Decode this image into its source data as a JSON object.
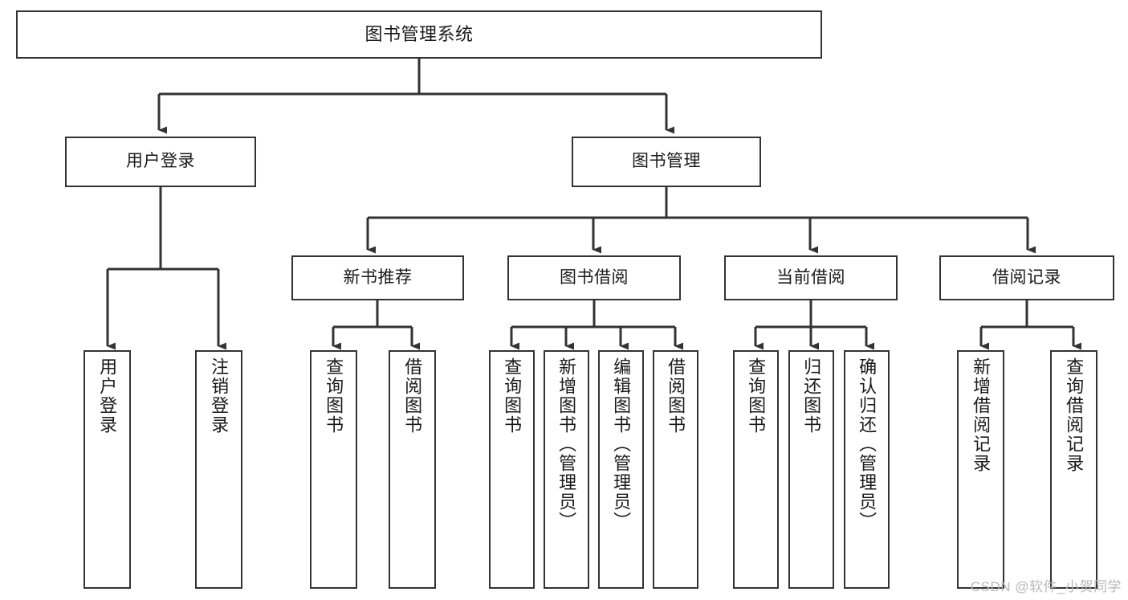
{
  "diagram": {
    "title": "图书管理系统",
    "type": "tree-hierarchy-diagram",
    "watermark": "CSDN @软件_小贺同学",
    "colors": {
      "box_border": "#333333",
      "box_fill": "#ffffff",
      "edge": "#333333",
      "text": "#1a1a1a",
      "watermark": "#b9b9b9",
      "background": "#ffffff"
    }
  },
  "nodes": {
    "root": {
      "label": "图书管理系统",
      "level": 0
    },
    "level1": [
      {
        "id": "user-login",
        "label": "用户登录"
      },
      {
        "id": "book-management",
        "label": "图书管理"
      }
    ],
    "level2": [
      {
        "id": "new-book-recommend",
        "label": "新书推荐",
        "parent": "book-management"
      },
      {
        "id": "book-borrow",
        "label": "图书借阅",
        "parent": "book-management"
      },
      {
        "id": "current-borrow",
        "label": "当前借阅",
        "parent": "book-management"
      },
      {
        "id": "borrow-record",
        "label": "借阅记录",
        "parent": "book-management"
      }
    ],
    "leaves": {
      "user-login": [
        {
          "id": "leaf-user-login",
          "label": "用户登录"
        },
        {
          "id": "leaf-logout-login",
          "label": "注销登录"
        }
      ],
      "new-book-recommend": [
        {
          "id": "leaf-query-book-1",
          "label": "查询图书"
        },
        {
          "id": "leaf-borrow-book-1",
          "label": "借阅图书"
        }
      ],
      "book-borrow": [
        {
          "id": "leaf-query-book-2",
          "label": "查询图书"
        },
        {
          "id": "leaf-add-book",
          "label": "新增图书（管理员）"
        },
        {
          "id": "leaf-edit-book",
          "label": "编辑图书（管理员）"
        },
        {
          "id": "leaf-borrow-book-2",
          "label": "借阅图书"
        }
      ],
      "current-borrow": [
        {
          "id": "leaf-query-book-3",
          "label": "查询图书"
        },
        {
          "id": "leaf-return-book",
          "label": "归还图书"
        },
        {
          "id": "leaf-confirm-return",
          "label": "确认归还（管理员）"
        }
      ],
      "borrow-record": [
        {
          "id": "leaf-add-record",
          "label": "新增借阅记录"
        },
        {
          "id": "leaf-query-record",
          "label": "查询借阅记录"
        }
      ]
    }
  }
}
